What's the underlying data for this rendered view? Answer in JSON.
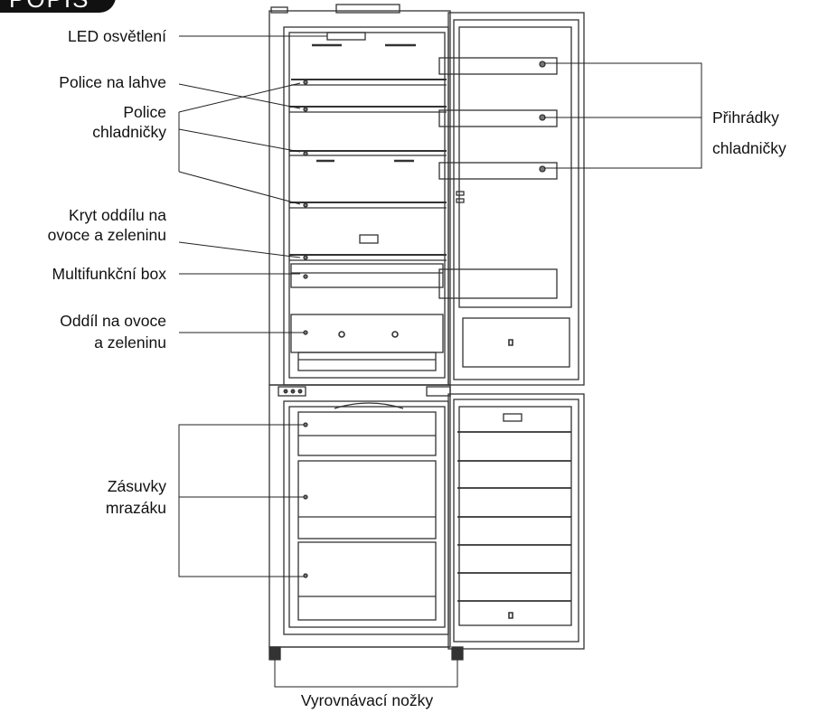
{
  "header": {
    "badge_text": "POPIS"
  },
  "labels": {
    "led": "LED osvětlení",
    "bottle_shelf": "Police na lahve",
    "fridge_shelves_1": "Police",
    "fridge_shelves_2": "chladničky",
    "crisper_cover_1": "Kryt oddílu na",
    "crisper_cover_2": "ovoce a zeleninu",
    "multi_box": "Multifunkční box",
    "crisper_1": "Oddíl na ovoce",
    "crisper_2": "a zeleninu",
    "freezer_1": "Zásuvky",
    "freezer_2": "mrazáku",
    "door_bins_1": "Přihrádky",
    "door_bins_2": "chladničky",
    "feet": "Vyrovnávací nožky"
  }
}
